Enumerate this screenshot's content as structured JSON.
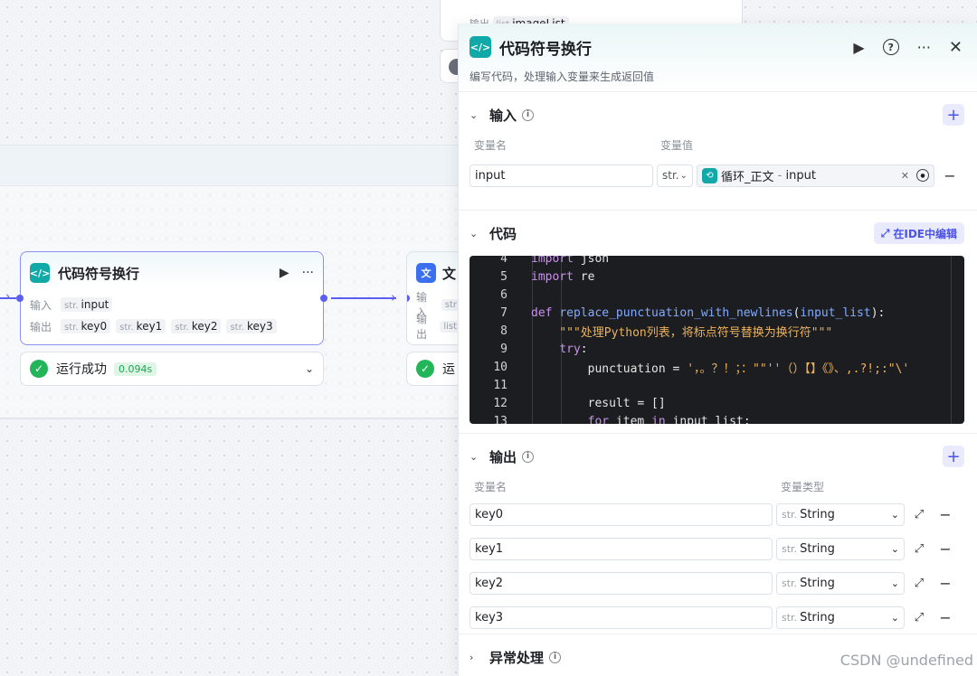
{
  "canvas": {
    "top_node": {
      "out_label": "输出",
      "out_type": "list",
      "out_value": "imageList"
    },
    "code_node": {
      "title": "代码符号换行",
      "input_label": "输入",
      "output_label": "输出",
      "inputs": [
        {
          "type": "str.",
          "name": "input"
        }
      ],
      "outputs": [
        {
          "type": "str.",
          "name": "key0"
        },
        {
          "type": "str.",
          "name": "key1"
        },
        {
          "type": "str.",
          "name": "key2"
        },
        {
          "type": "str.",
          "name": "key3"
        }
      ],
      "run_status": "运行成功",
      "run_time": "0.094s"
    },
    "second_node": {
      "title": "文",
      "input_label": "输入",
      "output_label": "输出",
      "in_type": "str",
      "out_type": "list",
      "run_status": "运"
    }
  },
  "panel": {
    "title": "代码符号换行",
    "description": "编写代码，处理输入变量来生成返回值",
    "input_section": {
      "title": "输入",
      "col_name": "变量名",
      "col_value": "变量值",
      "rows": [
        {
          "name": "input",
          "type": "str.",
          "ref_source": "循环_正文",
          "ref_sep": " - ",
          "ref_var": "input"
        }
      ]
    },
    "code_section": {
      "title": "代码",
      "ide_button": "在IDE中编辑",
      "lines": [
        {
          "n": "4",
          "text": "import json"
        },
        {
          "n": "5",
          "text": "import re"
        },
        {
          "n": "6",
          "text": ""
        },
        {
          "n": "7",
          "text": "def replace_punctuation_with_newlines(input_list):"
        },
        {
          "n": "8",
          "text": "    \"\"\"处理Python列表，将标点符号替换为换行符\"\"\""
        },
        {
          "n": "9",
          "text": "    try:"
        },
        {
          "n": "10",
          "text": "        punctuation = '，。？！；：\"\"''（）【】《》、,.?!;:\"\\'"
        },
        {
          "n": "11",
          "text": ""
        },
        {
          "n": "12",
          "text": "        result = []"
        },
        {
          "n": "13",
          "text": "        for item in input_list:"
        }
      ]
    },
    "output_section": {
      "title": "输出",
      "col_name": "变量名",
      "col_type": "变量类型",
      "rows": [
        {
          "name": "key0",
          "type_prefix": "str.",
          "type": "String"
        },
        {
          "name": "key1",
          "type_prefix": "str.",
          "type": "String"
        },
        {
          "name": "key2",
          "type_prefix": "str.",
          "type": "String"
        },
        {
          "name": "key3",
          "type_prefix": "str.",
          "type": "String"
        }
      ]
    },
    "error_section": {
      "title": "异常处理"
    }
  },
  "watermark": "CSDN @undefined",
  "colors": {
    "accent": "#5b5ef0",
    "code_icon": "#11a8a8",
    "success": "#22b55a",
    "code_bg": "#1c1d21"
  }
}
